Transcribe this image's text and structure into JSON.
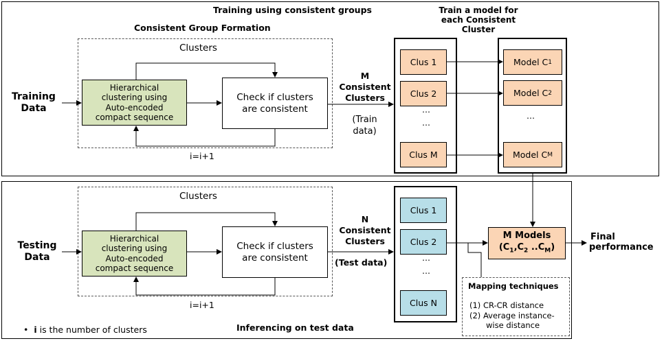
{
  "training": {
    "title": "Training  using  consistent groups",
    "group_formation": "Consistent Group  Formation",
    "input_label_1": "Training",
    "input_label_2": "Data",
    "clusters_label": "Clusters",
    "hier_box_lines": [
      "Hierarchical",
      "clustering using",
      "Auto-encoded",
      "compact sequence"
    ],
    "check_box_lines": [
      "Check if clusters",
      "are consistent"
    ],
    "iter_label": "i=i+1",
    "consistent_label_lines": [
      "M",
      "Consistent",
      "Clusters"
    ],
    "train_data_label_lines": [
      "(Train",
      "data)"
    ],
    "train_model_header_lines": [
      "Train a model for",
      "each Consistent",
      "Cluster"
    ],
    "clusters": [
      "Clus 1",
      "Clus 2",
      "Clus M"
    ],
    "models": [
      {
        "text": "Model C",
        "sub": "1"
      },
      {
        "text": "Model C",
        "sub": "2"
      },
      {
        "text": "Model C",
        "sub": "M"
      }
    ],
    "dots": "…"
  },
  "testing": {
    "input_label_1": "Testing",
    "input_label_2": "Data",
    "clusters_label": "Clusters",
    "hier_box_lines": [
      "Hierarchical",
      "clustering using",
      "Auto-encoded",
      "compact sequence"
    ],
    "check_box_lines": [
      "Check if clusters",
      "are consistent"
    ],
    "iter_label": "i=i+1",
    "consistent_label_lines": [
      "N",
      "Consistent",
      "Clusters"
    ],
    "test_data_label": "(Test data)",
    "clusters": [
      "Clus 1",
      "Clus 2",
      "Clus N"
    ],
    "dots": "…",
    "models_box": {
      "line1": "M Models",
      "line2_parts": [
        "(C",
        "1",
        ",C",
        "2",
        " ..C",
        "M",
        ")"
      ]
    },
    "final_label_lines": [
      "Final",
      "performance"
    ],
    "mapping": {
      "title": "Mapping techniques",
      "items": [
        "(1)  CR-CR distance",
        "(2)  Average instance-",
        "wise distance"
      ]
    },
    "footnote_bullet": "•",
    "footnote_var": "i",
    "footnote_text": " is the number  of clusters",
    "inferencing_title": "Inferencing  on test data"
  }
}
